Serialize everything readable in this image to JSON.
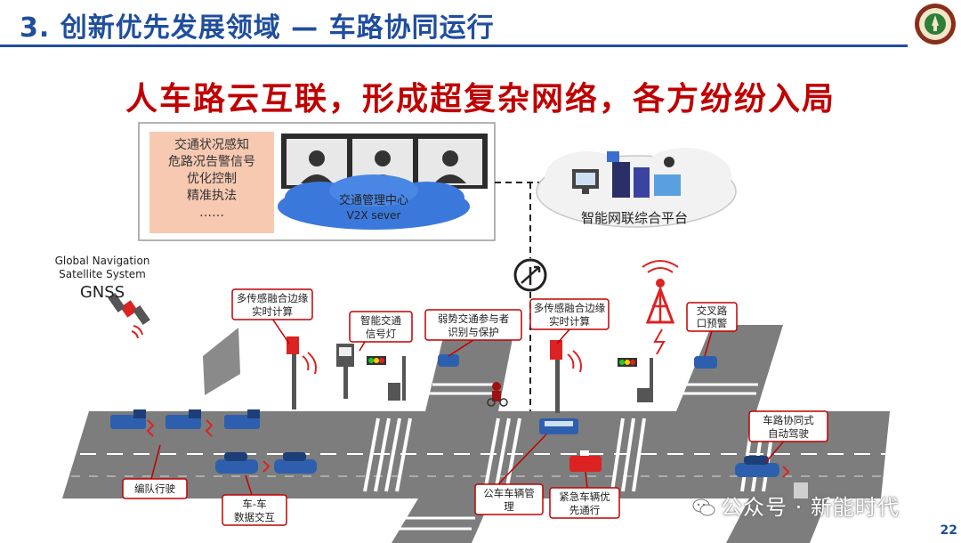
{
  "slide": {
    "title": "3. 创新优先发展领域 — 车路协同运行",
    "headline": "人车路云互联，形成超复杂网络，各方纷纷入局",
    "page_number": "22"
  },
  "traffic_center": {
    "tasks": [
      "交通状况感知",
      "危路况告警信号",
      "优化控制",
      "精准执法",
      "……"
    ],
    "cloud_label": "交通管理中心",
    "cloud_sublabel": "V2X sever"
  },
  "platform": {
    "label": "智能网联综合平台"
  },
  "gnss": {
    "line1": "Global Navigation",
    "line2": "Satellite System",
    "abbr": "GNSS"
  },
  "callouts": {
    "edge_compute_left": [
      "多传感融合边缘",
      "实时计算"
    ],
    "signal_light": [
      "智能交通",
      "信号灯"
    ],
    "vulnerable_users": [
      "弱势交通参与者",
      "识别与保护"
    ],
    "edge_compute_right": [
      "多传感融合边缘",
      "实时计算"
    ],
    "intersection_warning": [
      "交叉路",
      "口预警"
    ],
    "platooning": [
      "编队行驶"
    ],
    "v2v": [
      "车-车",
      "数据交互"
    ],
    "bus_management": [
      "公车车辆管",
      "理"
    ],
    "emergency_priority": [
      "紧急车辆优",
      "先通行"
    ],
    "autonomous": [
      "车路协同式",
      "自动驾驶"
    ]
  },
  "watermark": {
    "text": "公众号 · 新能时代"
  },
  "colors": {
    "title_blue": "#1f4e9e",
    "headline_red": "#c00000",
    "road": "#7d7d7d",
    "callout_border": "#c00000",
    "task_box": "#f7c9b1",
    "cloud_blue": "#2f6fd6",
    "vehicle_blue": "#2d5fae"
  }
}
